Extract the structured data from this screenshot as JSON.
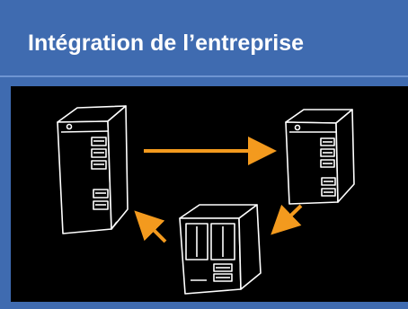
{
  "slide": {
    "title": "Intégration de l’entreprise",
    "background_color": "#3f6bb0",
    "panel_color": "#000000",
    "arrow_color": "#f39a1e"
  },
  "diagram": {
    "nodes": [
      {
        "id": "server-left",
        "icon": "tower-server-icon"
      },
      {
        "id": "server-right",
        "icon": "tower-server-icon"
      },
      {
        "id": "server-bottom",
        "icon": "tower-server-icon"
      }
    ],
    "edges": [
      {
        "from": "server-left",
        "to": "server-right"
      },
      {
        "from": "server-right",
        "to": "server-bottom"
      },
      {
        "from": "server-bottom",
        "to": "server-left"
      }
    ]
  }
}
